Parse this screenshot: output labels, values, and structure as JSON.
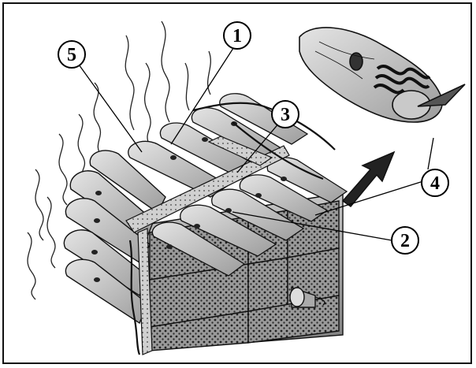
{
  "callouts": [
    {
      "id": "1",
      "label": "1"
    },
    {
      "id": "2",
      "label": "2"
    },
    {
      "id": "3",
      "label": "3"
    },
    {
      "id": "4",
      "label": "4"
    },
    {
      "id": "5",
      "label": "5"
    }
  ],
  "colors": {
    "ink": "#111111",
    "cell_fill": "#d7d7d7",
    "cell_shade": "#8a8a8a",
    "background": "#ffffff"
  }
}
